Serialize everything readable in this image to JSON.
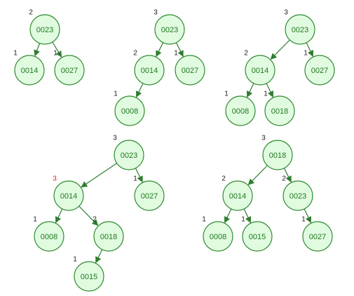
{
  "colors": {
    "node_fill": "#e1fbe1",
    "node_stroke": "#2e8b2e",
    "node_text": "#1e7a1e",
    "edge": "#2f7d2f",
    "height_text": "#1a1a1a",
    "height_warn": "#e02020"
  },
  "trees": [
    {
      "nodes": [
        {
          "id": "a1",
          "key": "0023",
          "height": "2"
        },
        {
          "id": "a2",
          "key": "0014",
          "height": "1"
        },
        {
          "id": "a3",
          "key": "0027",
          "height": "1"
        }
      ],
      "edges": [
        [
          "a1",
          "a2"
        ],
        [
          "a1",
          "a3"
        ]
      ]
    },
    {
      "nodes": [
        {
          "id": "b1",
          "key": "0023",
          "height": "3"
        },
        {
          "id": "b2",
          "key": "0014",
          "height": "2"
        },
        {
          "id": "b3",
          "key": "0027",
          "height": "1"
        },
        {
          "id": "b4",
          "key": "0008",
          "height": "1"
        }
      ],
      "edges": [
        [
          "b1",
          "b2"
        ],
        [
          "b1",
          "b3"
        ],
        [
          "b2",
          "b4"
        ]
      ]
    },
    {
      "nodes": [
        {
          "id": "c1",
          "key": "0023",
          "height": "3"
        },
        {
          "id": "c2",
          "key": "0014",
          "height": "2"
        },
        {
          "id": "c3",
          "key": "0027",
          "height": "1"
        },
        {
          "id": "c4",
          "key": "0008",
          "height": "1"
        },
        {
          "id": "c5",
          "key": "0018",
          "height": "1"
        }
      ],
      "edges": [
        [
          "c1",
          "c2"
        ],
        [
          "c1",
          "c3"
        ],
        [
          "c2",
          "c4"
        ],
        [
          "c2",
          "c5"
        ]
      ]
    },
    {
      "nodes": [
        {
          "id": "d1",
          "key": "0023",
          "height": "3"
        },
        {
          "id": "d2",
          "key": "0014",
          "height": "3",
          "warn": true
        },
        {
          "id": "d3",
          "key": "0027",
          "height": "1"
        },
        {
          "id": "d4",
          "key": "0008",
          "height": "1"
        },
        {
          "id": "d5",
          "key": "0018",
          "height": "2"
        },
        {
          "id": "d6",
          "key": "0015",
          "height": "1"
        }
      ],
      "edges": [
        [
          "d1",
          "d2"
        ],
        [
          "d1",
          "d3"
        ],
        [
          "d2",
          "d4"
        ],
        [
          "d2",
          "d5"
        ],
        [
          "d5",
          "d6"
        ]
      ]
    },
    {
      "nodes": [
        {
          "id": "e1",
          "key": "0018",
          "height": "3"
        },
        {
          "id": "e2",
          "key": "0014",
          "height": "2"
        },
        {
          "id": "e3",
          "key": "0023",
          "height": "2"
        },
        {
          "id": "e4",
          "key": "0008",
          "height": "1"
        },
        {
          "id": "e5",
          "key": "0015",
          "height": "1"
        },
        {
          "id": "e6",
          "key": "0027",
          "height": "1"
        }
      ],
      "edges": [
        [
          "e1",
          "e2"
        ],
        [
          "e1",
          "e3"
        ],
        [
          "e2",
          "e4"
        ],
        [
          "e2",
          "e5"
        ],
        [
          "e3",
          "e6"
        ]
      ]
    }
  ]
}
